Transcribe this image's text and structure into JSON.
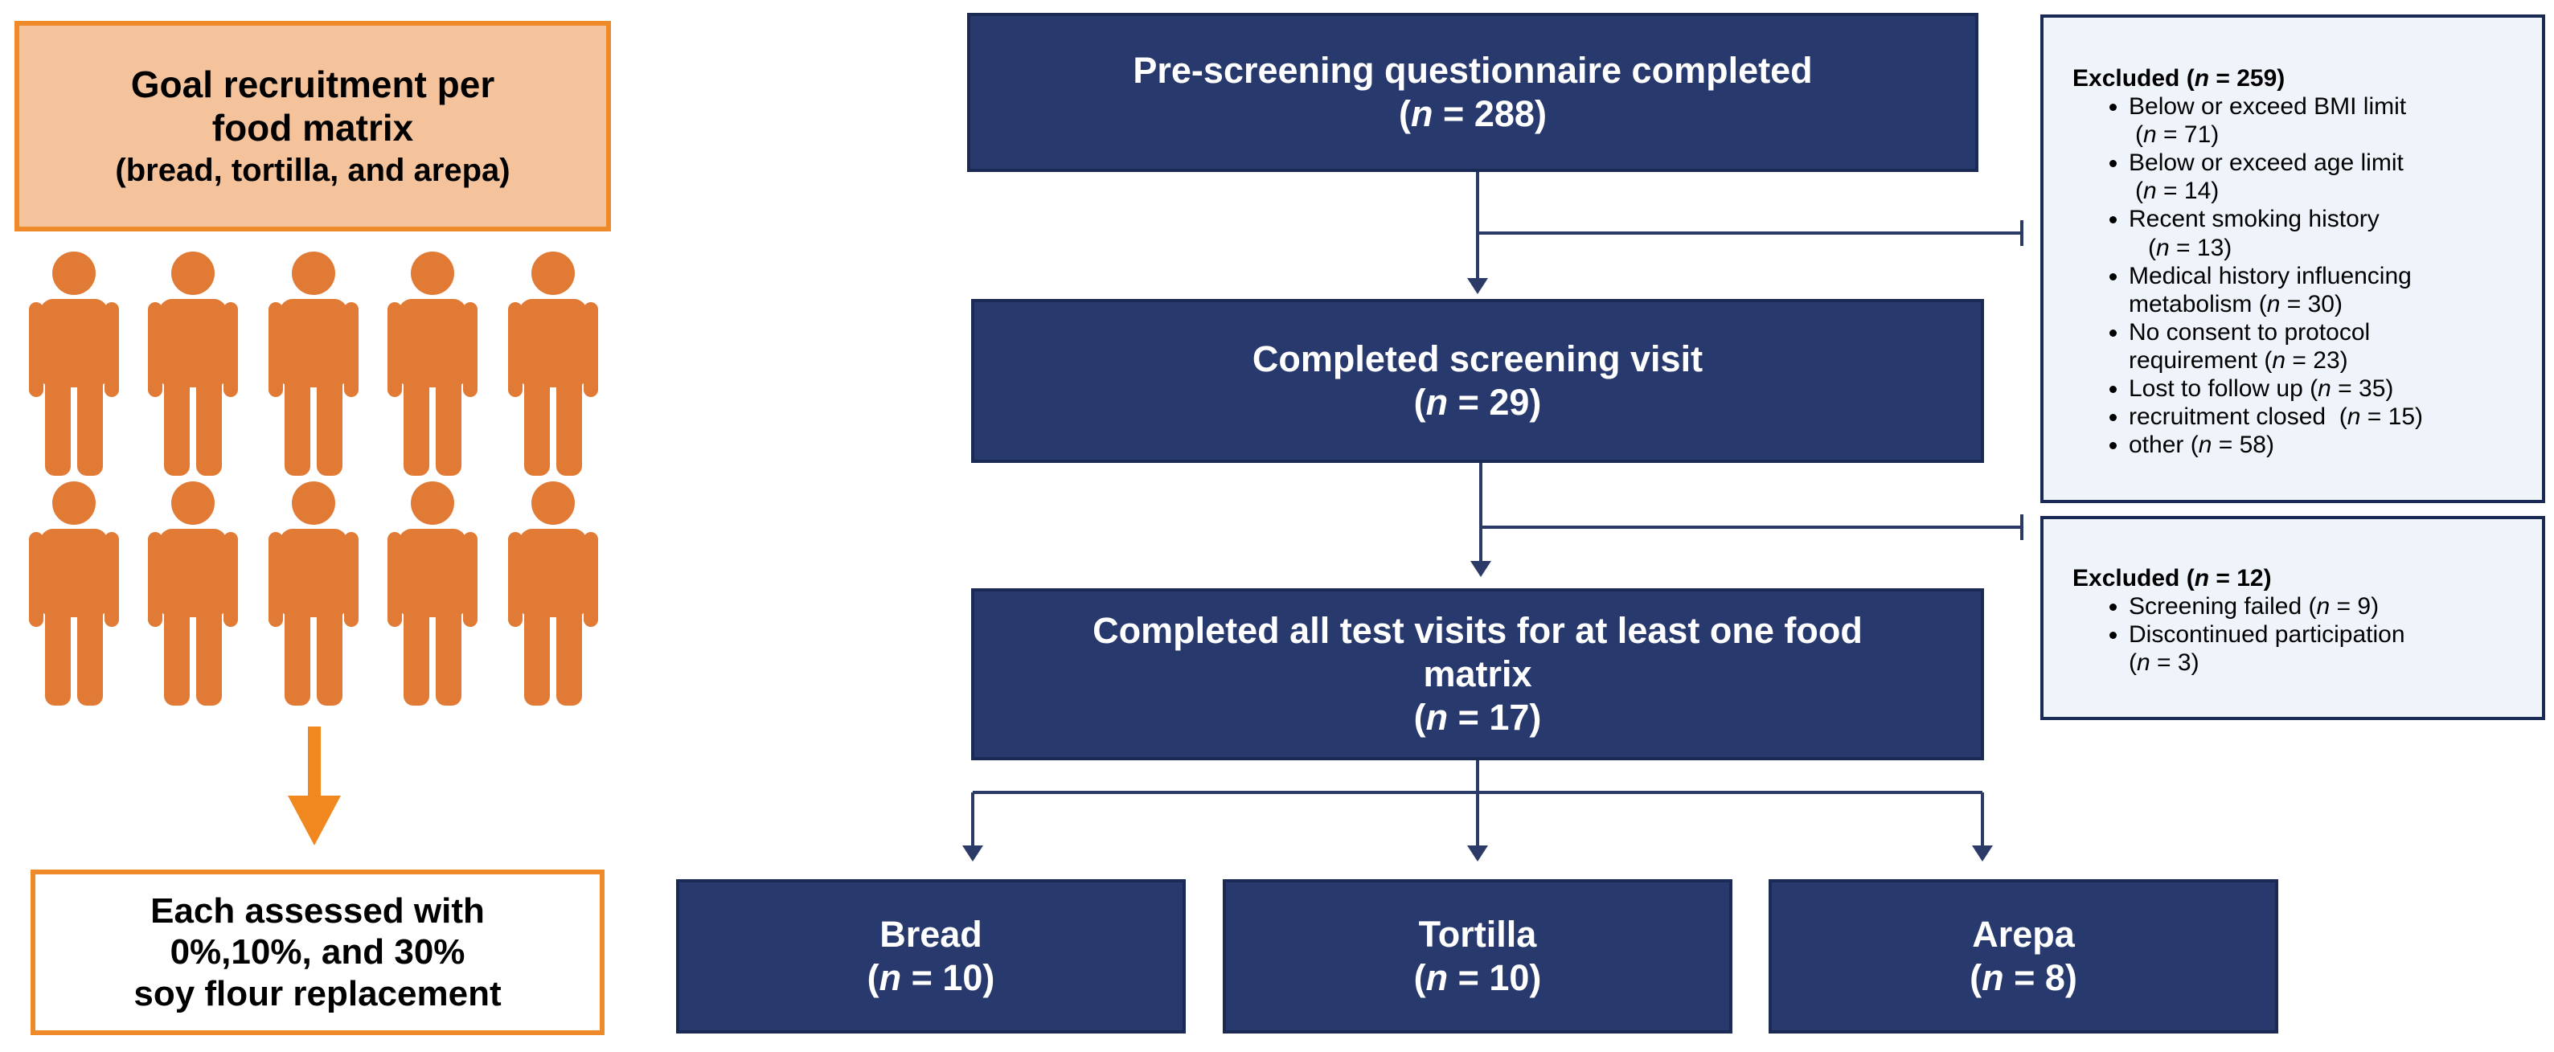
{
  "goal": {
    "title_line1": "Goal recruitment per",
    "title_line2": "food matrix",
    "subtitle": "(bread, tortilla, and arepa)"
  },
  "assessment": {
    "line1": "Each assessed with",
    "line2": "0%,10%, and 30%",
    "line3": "soy flour replacement"
  },
  "people": {
    "count": 10,
    "color": "#e07a35"
  },
  "flow": {
    "prescreen": {
      "label": "Pre-screening questionnaire completed",
      "count": "288"
    },
    "screening": {
      "label": "Completed screening visit",
      "count": "29"
    },
    "test_visits": {
      "label_line1": "Completed all test visits for at least one food",
      "label_line2": "matrix",
      "count": "17"
    },
    "bread": {
      "label": "Bread",
      "count": "10"
    },
    "tortilla": {
      "label": "Tortilla",
      "count": "10"
    },
    "arepa": {
      "label": "Arepa",
      "count": "8"
    },
    "n_symbol": "n",
    "eq": " = "
  },
  "excluded1": {
    "title_prefix": "Excluded (",
    "title_n": "n",
    "title_suffix": " = 259)",
    "items": [
      {
        "text": "Below or exceed BMI limit",
        "count": "71"
      },
      {
        "text": "Below or exceed age limit",
        "count": "14"
      },
      {
        "text": "Recent smoking history",
        "count": "13"
      },
      {
        "text_line1": "Medical history influencing",
        "text_line2": "metabolism",
        "count": "30"
      },
      {
        "text_line1": "No consent to protocol",
        "text_line2": "requirement",
        "count": "23"
      },
      {
        "text": "Lost to follow up",
        "count": "35"
      },
      {
        "text": "recruitment closed",
        "count": "15"
      },
      {
        "text": "other",
        "count": "58"
      }
    ]
  },
  "excluded2": {
    "title_prefix": "Excluded (",
    "title_n": "n",
    "title_suffix": " = 12)",
    "items": [
      {
        "text": "Screening failed",
        "count": "9"
      },
      {
        "text": "Discontinued participation",
        "count": "3"
      }
    ]
  },
  "colors": {
    "node_fill": "#283a6d",
    "node_border": "#1b2a55",
    "orange_border": "#ef8a2b",
    "orange_fill": "#f4c39b",
    "person": "#e07a35",
    "excluded_fill": "#eef4fa",
    "arrow_orange": "#f0881f"
  }
}
